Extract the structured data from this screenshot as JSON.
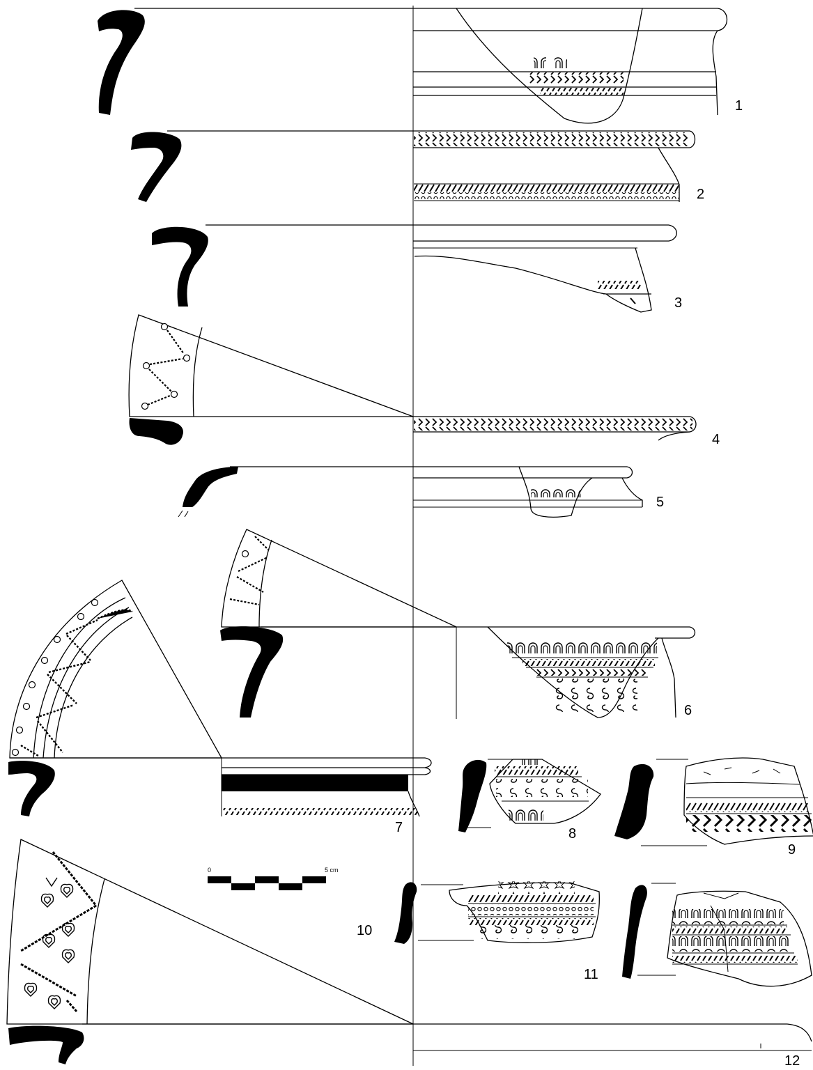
{
  "plate": {
    "background": "#ffffff",
    "ink": "#000000",
    "scale_bar": {
      "start_label": "0",
      "end_label": "5 cm"
    },
    "fragments": [
      {
        "number": "1"
      },
      {
        "number": "2"
      },
      {
        "number": "3"
      },
      {
        "number": "4"
      },
      {
        "number": "5"
      },
      {
        "number": "6"
      },
      {
        "number": "7"
      },
      {
        "number": "8"
      },
      {
        "number": "9"
      },
      {
        "number": "10"
      },
      {
        "number": "11"
      },
      {
        "number": "12"
      }
    ]
  }
}
